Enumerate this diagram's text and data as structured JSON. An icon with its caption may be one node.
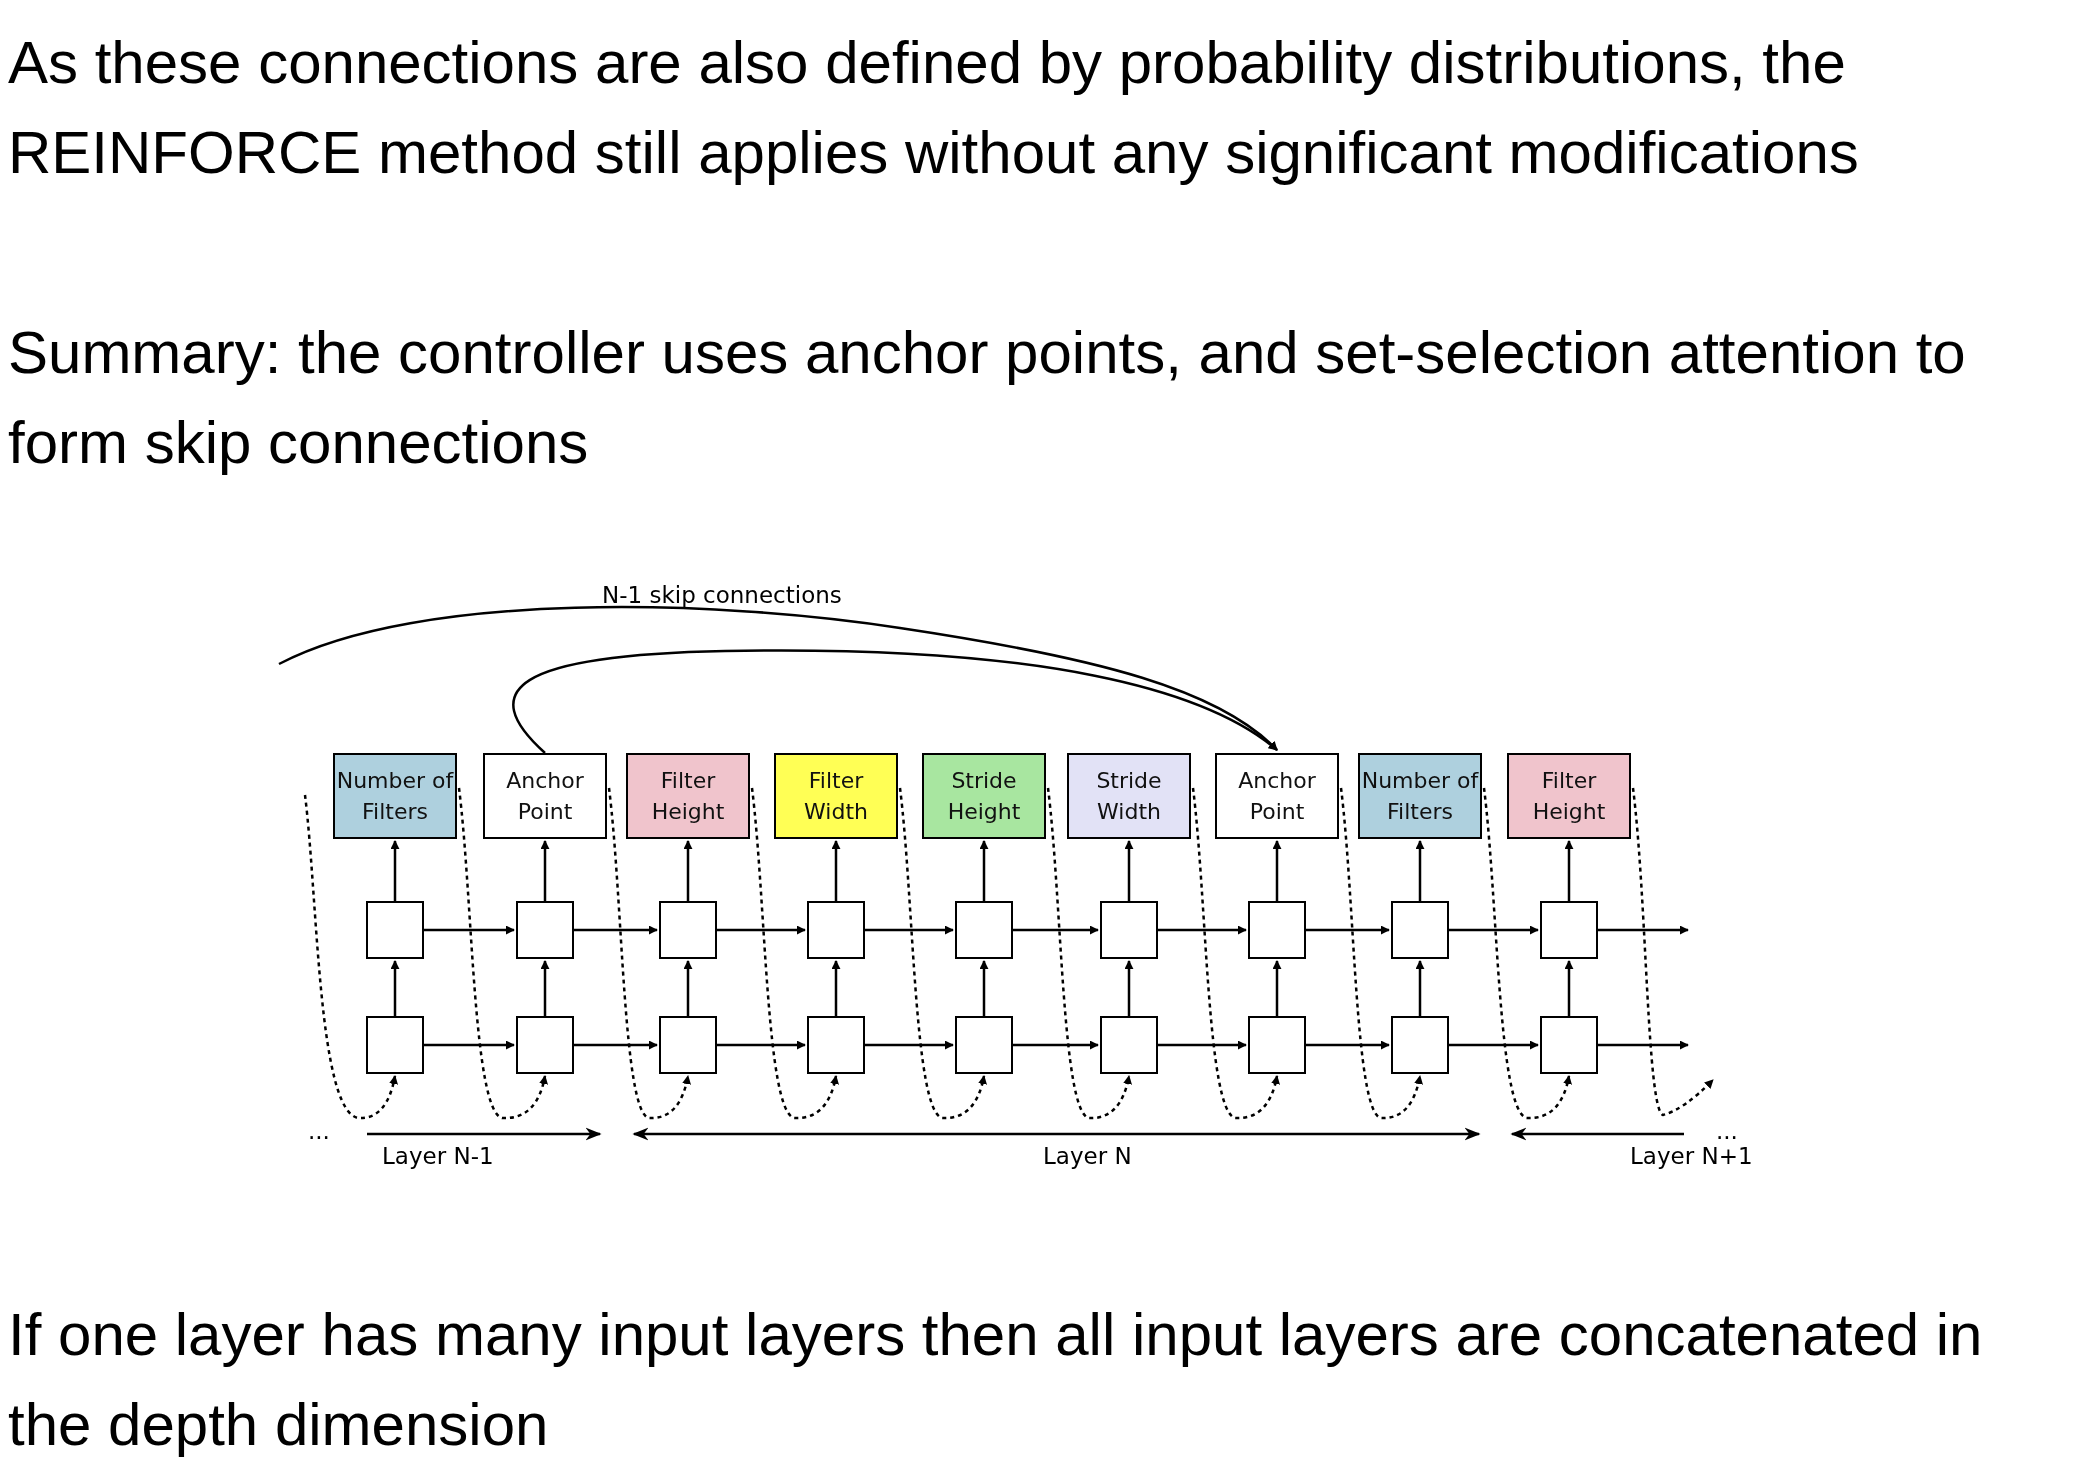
{
  "diagram": {
    "nodes": [
      {
        "text": [
          "Number of Filters"
        ]
      },
      {
        "text": [
          "Anchor Point"
        ]
      },
      {
        "text": [
          "Filter Height"
        ]
      },
      {
        "text": [
          "Filter Width"
        ]
      },
      {
        "text": [
          "Stride Height"
        ]
      },
      {
        "text": [
          "Stride Width"
        ]
      },
      {
        "text": [
          "Anchor Point"
        ]
      },
      {
        "text": [
          "Number of Filters"
        ]
      },
      {
        "text": [
          "Filter Height"
        ]
      },
      {
        "text": [],
        "shape": "box"
      },
      {
        "text": [],
        "shape": "box"
      },
      {
        "text": [],
        "shape": "box"
      },
      {
        "text": [],
        "shape": "box"
      },
      {
        "text": [],
        "shape": "box"
      },
      {
        "text": [],
        "shape": "box"
      },
      {
        "text": [],
        "shape": "box"
      },
      {
        "text": [],
        "shape": "box"
      },
      {
        "text": [],
        "shape": "box"
      },
      {
        "text": [],
        "shape": "box"
      },
      {
        "text": [],
        "shape": "box"
      },
      {
        "text": [],
        "shape": "box"
      },
      {
        "text": [],
        "shape": "box"
      },
      {
        "text": [],
        "shape": "box"
      },
      {
        "text": [],
        "shape": "box"
      },
      {
        "text": [],
        "shape": "box"
      },
      {
        "text": [],
        "shape": "box"
      },
      {
        "text": [],
        "shape": "box"
      }
    ],
    "edges": [
      {
        "from": null,
        "to": 18,
        "arrow": "to",
        "style": "dashed"
      },
      {
        "from": 18,
        "to": 9,
        "arrow": "to"
      },
      {
        "from": 9,
        "to": 0,
        "arrow": "to"
      },
      {
        "from": 19,
        "to": 10,
        "arrow": "to"
      },
      {
        "from": 10,
        "to": 1,
        "arrow": "to"
      },
      {
        "from": 20,
        "to": 11,
        "arrow": "to"
      },
      {
        "from": 11,
        "to": 2,
        "arrow": "to"
      },
      {
        "from": 21,
        "to": 12,
        "arrow": "to"
      },
      {
        "from": 12,
        "to": 3,
        "arrow": "to"
      },
      {
        "from": 22,
        "to": 13,
        "arrow": "to"
      },
      {
        "from": 13,
        "to": 4,
        "arrow": "to"
      },
      {
        "from": 23,
        "to": 14,
        "arrow": "to"
      },
      {
        "from": 14,
        "to": 5,
        "arrow": "to"
      },
      {
        "from": 24,
        "to": 15,
        "arrow": "to"
      },
      {
        "from": 15,
        "to": 6,
        "arrow": "to"
      },
      {
        "from": 25,
        "to": 16,
        "arrow": "to"
      },
      {
        "from": 16,
        "to": 7,
        "arrow": "to"
      },
      {
        "from": 26,
        "to": 17,
        "arrow": "to"
      },
      {
        "from": 17,
        "to": 8,
        "arrow": "to"
      },
      {
        "from": 9,
        "to": 10,
        "arrow": "to"
      },
      {
        "from": 10,
        "to": 11,
        "arrow": "to"
      },
      {
        "from": 11,
        "to": 12,
        "arrow": "to"
      },
      {
        "from": 12,
        "to": 13,
        "arrow": "to"
      },
      {
        "from": 13,
        "to": 14,
        "arrow": "to"
      },
      {
        "from": 14,
        "to": 15,
        "arrow": "to"
      },
      {
        "from": 15,
        "to": 16,
        "arrow": "to"
      },
      {
        "from": 16,
        "to": 17,
        "arrow": "to"
      },
      {
        "from": 17,
        "to": null,
        "arrow": "to"
      },
      {
        "from": 18,
        "to": 19,
        "arrow": "to"
      },
      {
        "from": 19,
        "to": 20,
        "arrow": "to"
      },
      {
        "from": 20,
        "to": 21,
        "arrow": "to"
      },
      {
        "from": 21,
        "to": 22,
        "arrow": "to"
      },
      {
        "from": 22,
        "to": 23,
        "arrow": "to"
      },
      {
        "from": 23,
        "to": 24,
        "arrow": "to"
      },
      {
        "from": 24,
        "to": 25,
        "arrow": "to"
      },
      {
        "from": 25,
        "to": 26,
        "arrow": "to"
      },
      {
        "from": 26,
        "to": null,
        "arrow": "to"
      },
      {
        "from": 0,
        "to": 19,
        "arrow": "to",
        "style": "dashed"
      },
      {
        "from": 1,
        "to": 20,
        "arrow": "to",
        "style": "dashed"
      },
      {
        "from": 2,
        "to": 21,
        "arrow": "to",
        "style": "dashed"
      },
      {
        "from": 3,
        "to": 22,
        "arrow": "to",
        "style": "dashed"
      },
      {
        "from": 4,
        "to": 23,
        "arrow": "to",
        "style": "dashed"
      },
      {
        "from": 5,
        "to": 24,
        "arrow": "to",
        "style": "dashed"
      },
      {
        "from": 6,
        "to": 25,
        "arrow": "to",
        "style": "dashed"
      },
      {
        "from": 7,
        "to": 26,
        "arrow": "to",
        "style": "dashed"
      },
      {
        "from": 8,
        "to": null,
        "arrow": "to",
        "style": "dashed"
      },
      {
        "from": null,
        "to": 6,
        "arrow": "to"
      },
      {
        "from": 1,
        "to": 6,
        "arrow": "to"
      }
    ],
    "labels": [
      "As these connections are also defined by probability distributions, the REINFORCE method still applies without any significant modifications",
      "Summary: the controller uses anchor points, and set-selection attention to form skip connections",
      "N-1 skip connections",
      "...",
      "Layer N-1",
      "Layer N",
      "Layer N+1",
      "...",
      "If one layer has many input layers then all input layers are concatenated in the depth dimension"
    ]
  }
}
